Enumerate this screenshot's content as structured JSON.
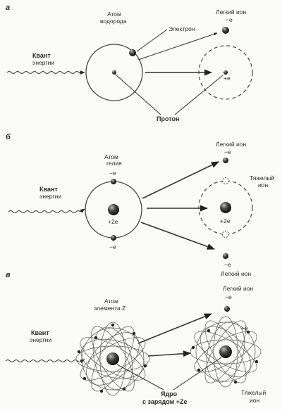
{
  "panels": {
    "a": {
      "letter": "а",
      "quantum_label_1": "Квант",
      "quantum_label_2": "энергии",
      "atom_label_1": "Атом",
      "atom_label_2": "водорода",
      "electron_label": "Электрон",
      "light_ion_label": "Легкий ион",
      "electron_charge": "−e",
      "ion_charge": "+e",
      "proton_label": "Протон"
    },
    "b": {
      "letter": "б",
      "quantum_label_1": "Квант",
      "quantum_label_2": "энергии",
      "atom_label_1": "Атом",
      "atom_label_2": "гелия",
      "electron_charge_top": "−e",
      "electron_charge_bottom": "−e",
      "nucleus_charge": "+2e",
      "light_ion_top_label": "Легкий ион",
      "light_ion_top_charge": "−e",
      "heavy_ion_label_1": "Тяжелый",
      "heavy_ion_label_2": "ион",
      "heavy_ion_charge": "+2e",
      "light_ion_bottom_charge": "−e",
      "light_ion_bottom_label": "Легкий ион"
    },
    "c": {
      "letter": "в",
      "quantum_label_1": "Квант",
      "quantum_label_2": "энергии",
      "atom_label_1": "Атом",
      "atom_label_2": "элемента Z",
      "light_ion_label": "Легкий ион",
      "light_ion_charge": "−e",
      "heavy_ion_charge": "+e",
      "nucleus_label_1": "Ядро",
      "nucleus_label_2": "с зарядом +Ze",
      "heavy_ion_label_1": "Тяжелый",
      "heavy_ion_label_2": "ион"
    }
  }
}
